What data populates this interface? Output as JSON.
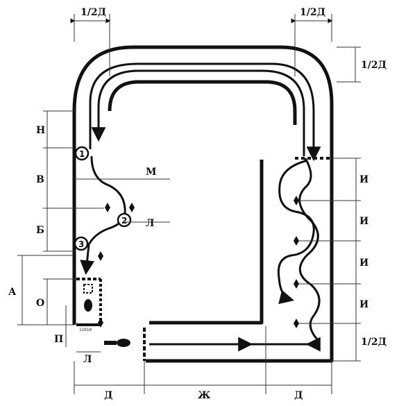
{
  "labels": {
    "half_d_top_left": "1/2Д",
    "half_d_top_right": "1/2Д",
    "half_d_right_top": "1/2Д",
    "half_d_right_bottom": "1/2Д",
    "n": "Н",
    "v": "В",
    "b": "Б",
    "a": "А",
    "o": "О",
    "p": "П",
    "l_bottom": "Л",
    "m": "М",
    "l_mid": "Л",
    "i1": "И",
    "i2": "И",
    "i3": "И",
    "i4": "И",
    "d_left": "Д",
    "zh": "Ж",
    "d_right": "Д"
  },
  "markers": {
    "m1": "1",
    "m2": "2",
    "m3": "3"
  },
  "car_plate": "11010"
}
